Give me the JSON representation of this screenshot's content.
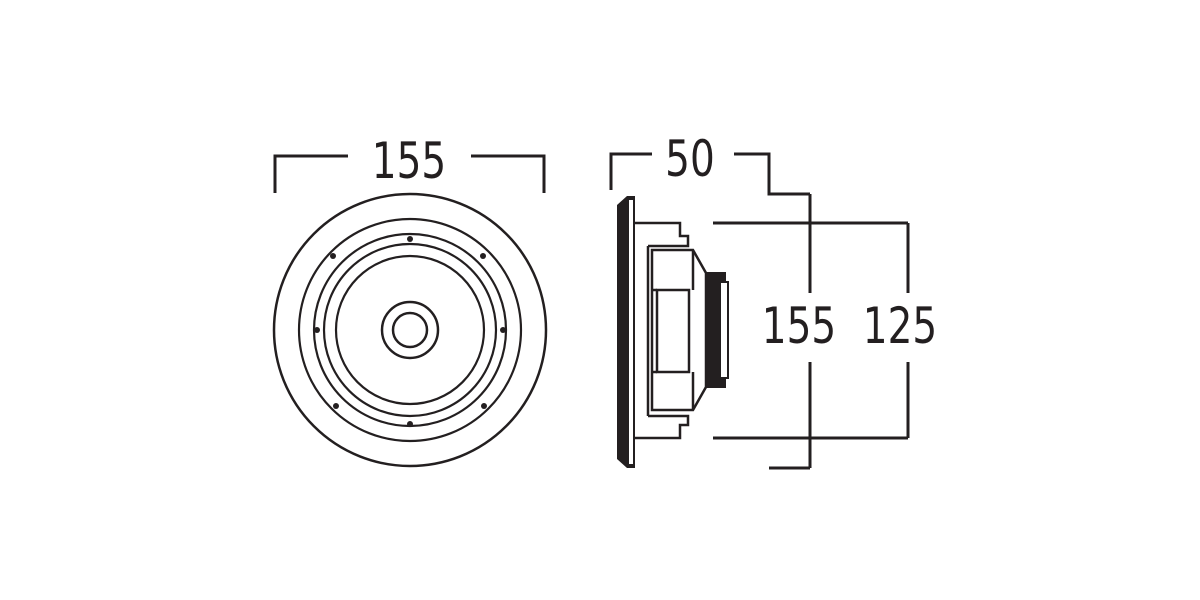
{
  "front_view": {
    "width_label": "155"
  },
  "side_view": {
    "depth_label": "50",
    "outer_height_label": "155",
    "inner_height_label": "125"
  },
  "colors": {
    "line": "#231f20",
    "background": "#ffffff"
  }
}
